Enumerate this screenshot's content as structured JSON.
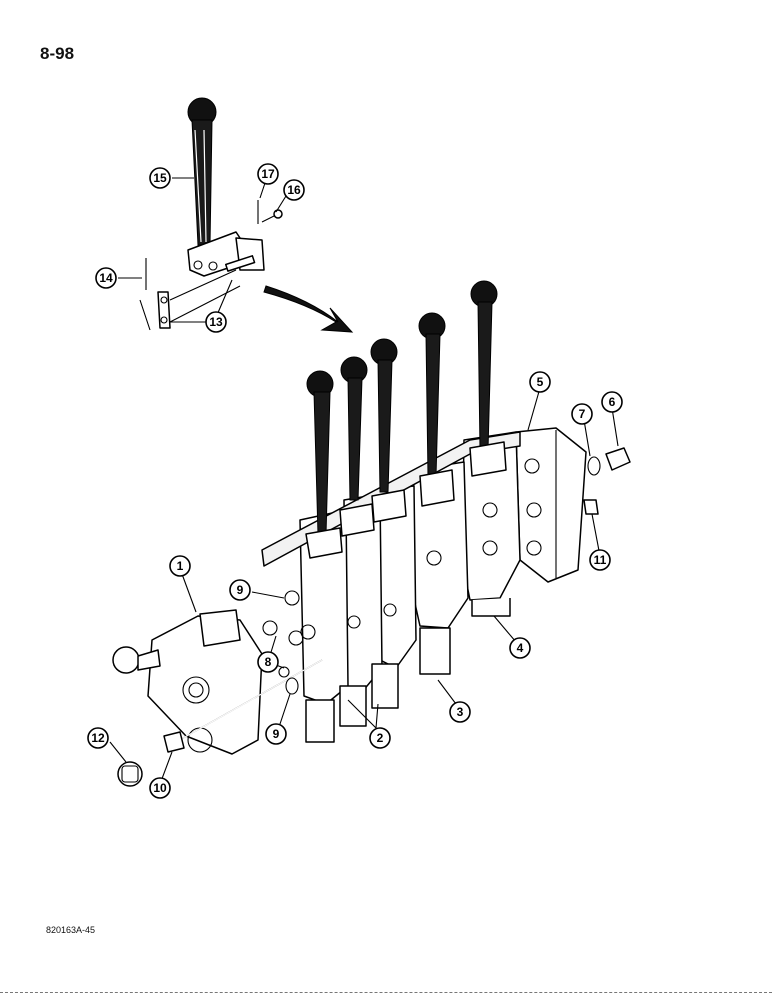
{
  "page": {
    "number": "8-98",
    "figure_code": "820163A-45"
  },
  "callouts": [
    {
      "id": "c1",
      "label": "1"
    },
    {
      "id": "c2",
      "label": "2"
    },
    {
      "id": "c3",
      "label": "3"
    },
    {
      "id": "c4",
      "label": "4"
    },
    {
      "id": "c5",
      "label": "5"
    },
    {
      "id": "c6",
      "label": "6"
    },
    {
      "id": "c7",
      "label": "7"
    },
    {
      "id": "c8",
      "label": "8"
    },
    {
      "id": "c9a",
      "label": "9"
    },
    {
      "id": "c9b",
      "label": "9"
    },
    {
      "id": "c10",
      "label": "10"
    },
    {
      "id": "c11",
      "label": "11"
    },
    {
      "id": "c12",
      "label": "12"
    },
    {
      "id": "c13",
      "label": "13"
    },
    {
      "id": "c14",
      "label": "14"
    },
    {
      "id": "c15",
      "label": "15"
    },
    {
      "id": "c16",
      "label": "16"
    },
    {
      "id": "c17",
      "label": "17"
    }
  ],
  "colors": {
    "ink": "#000000",
    "paper": "#ffffff"
  }
}
